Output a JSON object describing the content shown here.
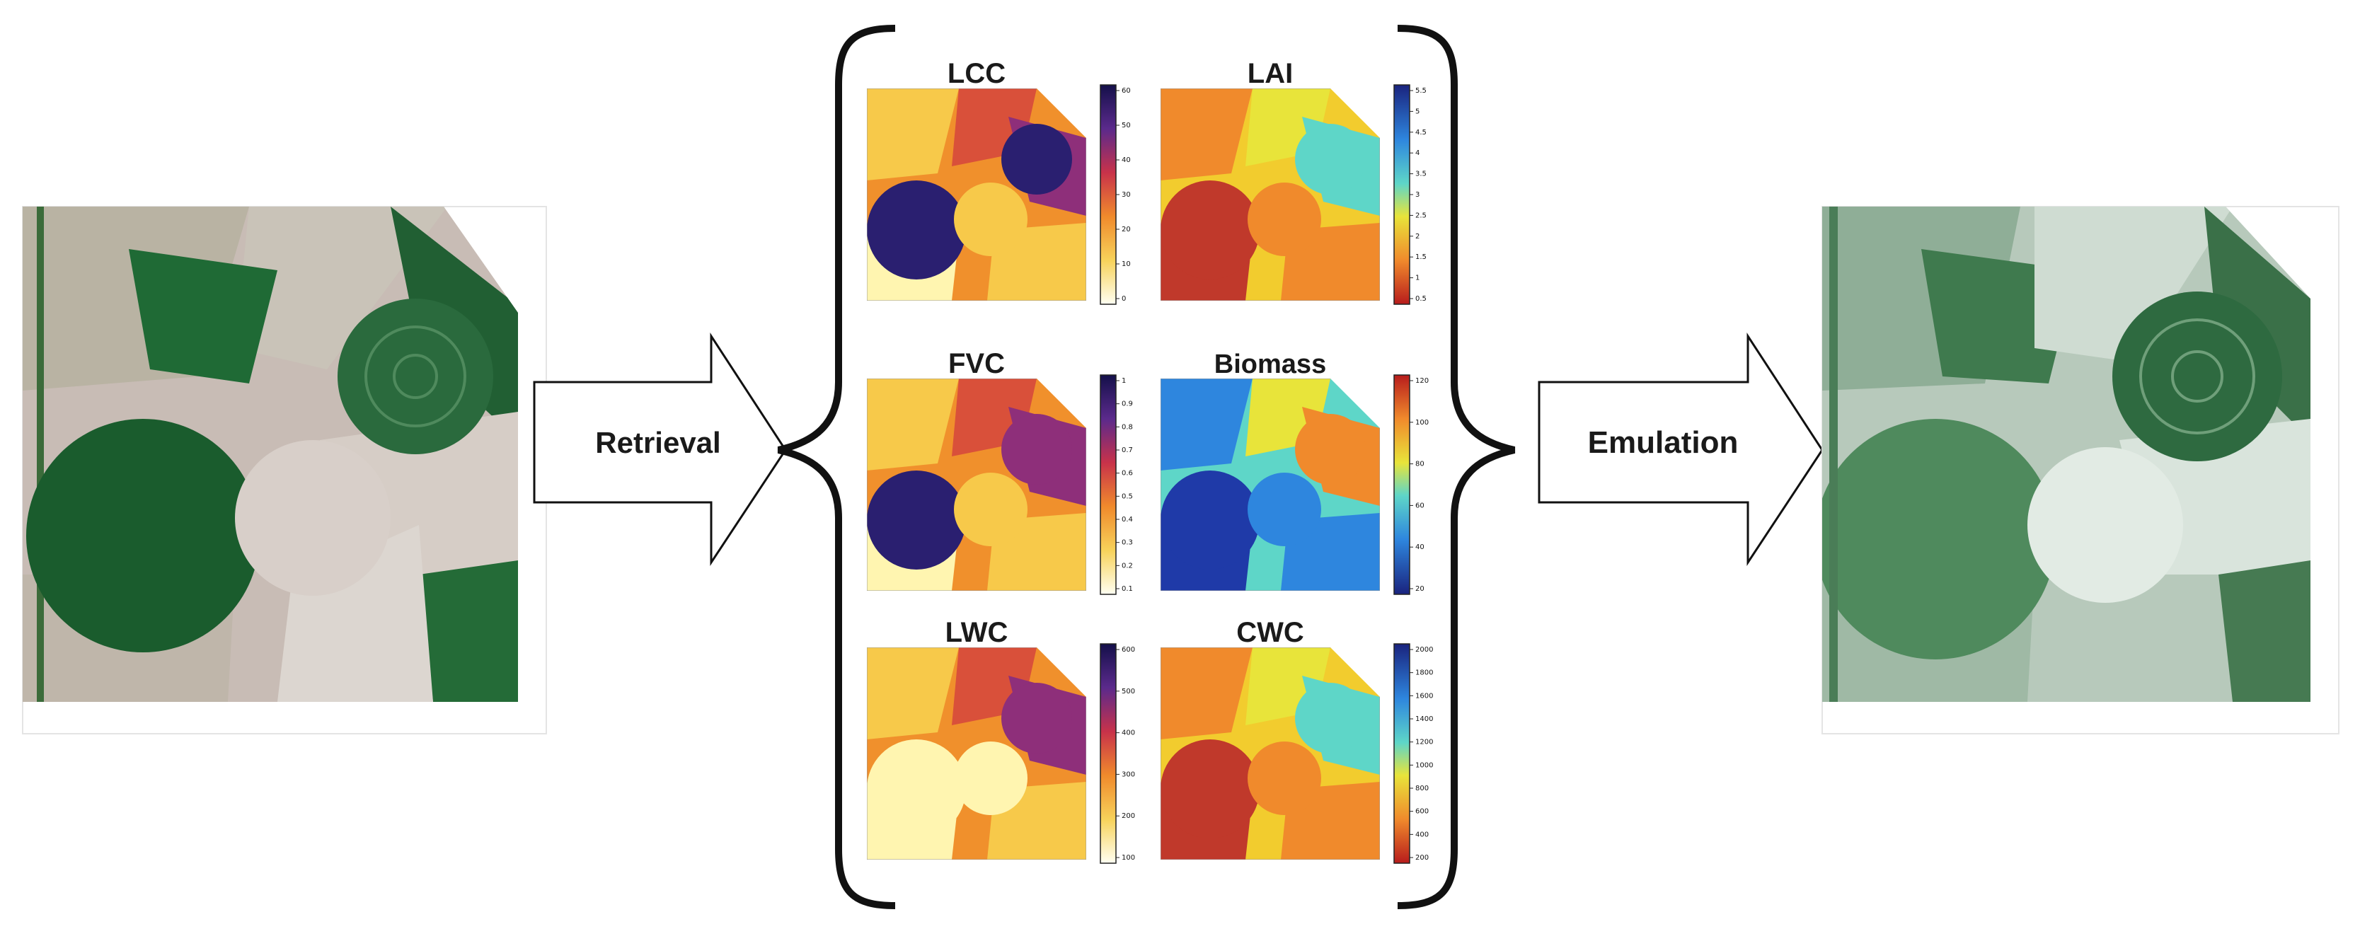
{
  "steps": {
    "retrieval": "Retrieval",
    "emulation": "Emulation"
  },
  "maps": [
    {
      "key": "lcc",
      "title": "LCC",
      "colormap": "plasma-light",
      "ticks": [
        "60",
        "50",
        "40",
        "30",
        "20",
        "10",
        "0"
      ]
    },
    {
      "key": "lai",
      "title": "LAI",
      "colormap": "jet-reversed",
      "ticks": [
        "5.5",
        "5",
        "4.5",
        "4",
        "3.5",
        "3",
        "2.5",
        "2",
        "1.5",
        "1",
        "0.5"
      ]
    },
    {
      "key": "fvc",
      "title": "FVC",
      "colormap": "plasma-light",
      "ticks": [
        "1",
        "0.9",
        "0.8",
        "0.7",
        "0.6",
        "0.5",
        "0.4",
        "0.3",
        "0.2",
        "0.1"
      ]
    },
    {
      "key": "biomass",
      "title": "Biomass",
      "colormap": "jet",
      "ticks": [
        "120",
        "100",
        "80",
        "60",
        "40",
        "20"
      ]
    },
    {
      "key": "lwc",
      "title": "LWC",
      "colormap": "plasma-light",
      "ticks": [
        "600",
        "500",
        "400",
        "300",
        "200",
        "100"
      ]
    },
    {
      "key": "cwc",
      "title": "CWC",
      "colormap": "jet-reversed",
      "ticks": [
        "2000",
        "1800",
        "1600",
        "1400",
        "1200",
        "1000",
        "800",
        "600",
        "400",
        "200"
      ]
    }
  ],
  "images": {
    "input": "original-rgb-scene",
    "output": "emulated-rgb-scene"
  },
  "colors": {
    "field_green": "#1d6b36",
    "emulated_green": "#3f7a4e",
    "bare_soil": "#c9bcb4",
    "bracket": "#111111"
  }
}
